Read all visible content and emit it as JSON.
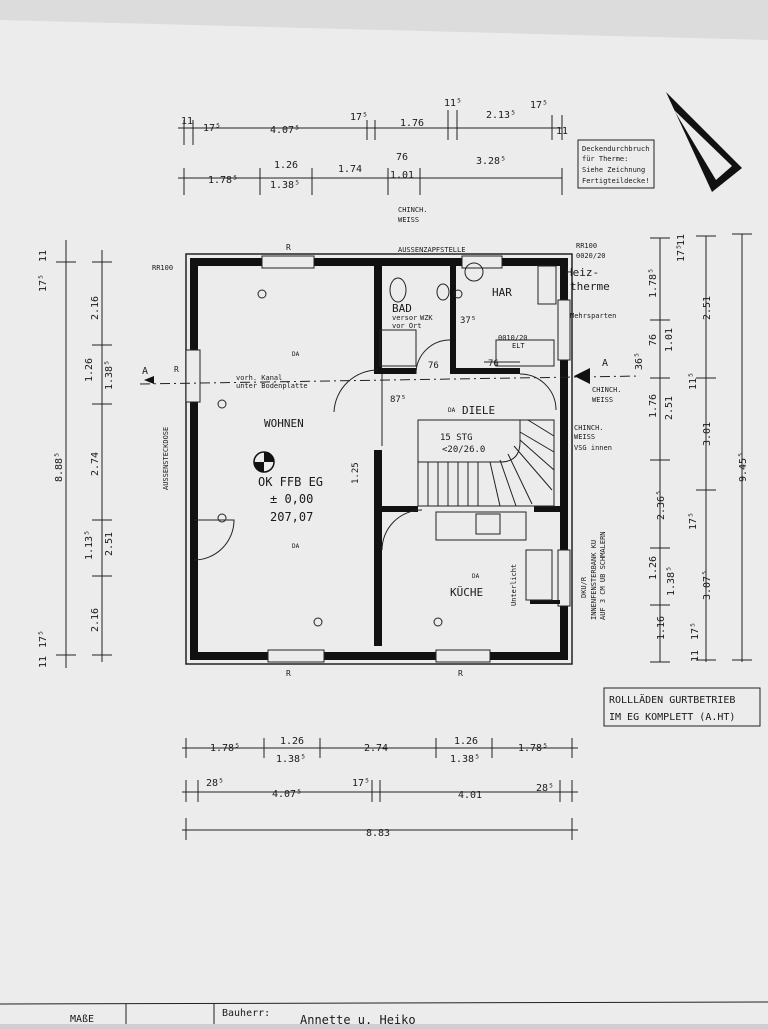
{
  "rooms": {
    "wohnen": "WOHNEN",
    "diele": "DIELE",
    "bad": "BAD",
    "har": "HAR",
    "kuche": "KÜCHE"
  },
  "level": {
    "ok_ffb": "OK FFB EG",
    "zero": "± 0,00",
    "height": "207,07"
  },
  "stairs": {
    "steps": "15 STG",
    "ratio": "<20/26.0"
  },
  "labels": {
    "aussenzapf": "AUSSENZAPFSTELLE",
    "chinch_top": "CHINCH.",
    "weiss_top": "WEISS",
    "rr100_left": "RR100",
    "rr100_right": "RR100",
    "rr100_right_sub": "0020/20",
    "heiztherme_1": "Heiz-",
    "heiztherme_2": "therme",
    "mehrsparten": "Mehrsparten",
    "elt": "0010/20",
    "elt2": "ELT",
    "bad_note1": "versor",
    "bad_note2": "vor Ort",
    "bad_note3": "WZK",
    "kanal1": "vorh. Kanal",
    "kanal2": "unter Bodenplatte",
    "aussensteckdose": "AUSSENSTECKDOSE",
    "chinch_right1": "CHINCH.",
    "weiss_right1": "WEISS",
    "chinch_right2": "CHINCH.",
    "weiss_right2": "WEISS",
    "vsg": "VSG innen",
    "dkuk": "DKU/R",
    "innenfenster1": "INNENFENSTERBANK KU",
    "innenfenster2": "AUF 3 CM UB SCHMALERN",
    "unterlicht": "Unterlicht",
    "deckendurch1": "Deckendurchbruch",
    "deckendurch2": "für Therme:",
    "deckendurch3": "Siehe Zeichnung",
    "deckendurch4": "Fertigteildecke!",
    "rollladen1": "ROLLLÄDEN GURTBETRIEB",
    "rollladen2": "IM EG KOMPLETT (A.HT)",
    "section_a": "A",
    "r": "R",
    "da": "DA",
    "dim_125": "1.25",
    "dim_375": "37⁵",
    "dim_875": "87⁵",
    "dim_76a": "76",
    "dim_76b": "76"
  },
  "dims_top1": [
    "11",
    "17⁵",
    "4.07⁵",
    "17⁵",
    "1.76",
    "11⁵",
    "2.13⁵",
    "17⁵",
    "11"
  ],
  "dims_top2": [
    "1.78⁵",
    "1.26",
    "1.38⁵",
    "1.74",
    "76",
    "1.01",
    "3.28⁵"
  ],
  "dims_bot1": [
    "1.78⁵",
    "1.26",
    "1.38⁵",
    "2.74",
    "1.26",
    "1.38⁵",
    "1.78⁵"
  ],
  "dims_bot2": [
    "28⁵",
    "4.07⁵",
    "17⁵",
    "4.01",
    "28⁵"
  ],
  "dims_bot3": [
    "8.83"
  ],
  "dims_left1": [
    "11",
    "17⁵",
    "2.16",
    "1.26",
    "1.38⁵",
    "2.74",
    "1.13⁵",
    "2.51",
    "2.16",
    "17⁵",
    "11"
  ],
  "dims_left2": [
    "8.88⁵"
  ],
  "dims_right1": [
    "17⁵",
    "11",
    "1.78⁵",
    "76",
    "1.01",
    "2.51",
    "36⁵",
    "1.76",
    "2.51",
    "11⁵",
    "3.01",
    "2.36⁵",
    "17⁵",
    "1.26",
    "1.38⁵",
    "3.07⁵",
    "1.16",
    "17⁵",
    "11"
  ],
  "dims_right2": [
    "9.45⁵"
  ],
  "title_block": {
    "left": "MAßE",
    "bauherr": "Bauherr:",
    "name": "Annette u. Heiko"
  }
}
